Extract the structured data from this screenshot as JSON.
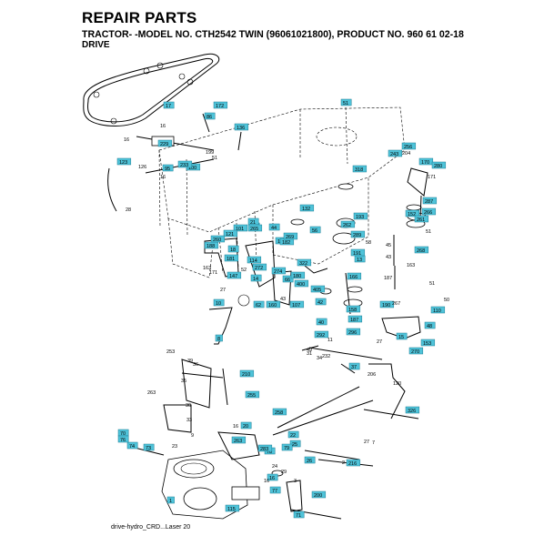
{
  "header": {
    "title": "REPAIR PARTS",
    "subtitle": "TRACTOR- -MODEL NO. CTH2542 TWIN (96061021800), PRODUCT NO. 960 61 02-18",
    "section": "DRIVE"
  },
  "footer": {
    "caption": "drive-hydro_CRD...Laser 20"
  },
  "colors": {
    "callout_fill": "#4fc3d9",
    "callout_stroke": "#1f7f95",
    "line": "#000000"
  },
  "callouts": [
    {
      "id": "c1",
      "text": "1"
    },
    {
      "id": "c8",
      "text": "8"
    },
    {
      "id": "c10",
      "text": "10"
    },
    {
      "id": "c12",
      "text": "12"
    },
    {
      "id": "c13",
      "text": "13"
    },
    {
      "id": "c14",
      "text": "14"
    },
    {
      "id": "c15",
      "text": "15"
    },
    {
      "id": "c16",
      "text": "16"
    },
    {
      "id": "c17",
      "text": "17"
    },
    {
      "id": "c18",
      "text": "18"
    },
    {
      "id": "c20",
      "text": "20"
    },
    {
      "id": "c21",
      "text": "21"
    },
    {
      "id": "c22",
      "text": "22"
    },
    {
      "id": "c25",
      "text": "25"
    },
    {
      "id": "c26",
      "text": "26"
    },
    {
      "id": "c37",
      "text": "37"
    },
    {
      "id": "c40",
      "text": "40"
    },
    {
      "id": "c42",
      "text": "42"
    },
    {
      "id": "c44",
      "text": "44"
    },
    {
      "id": "c48",
      "text": "48"
    },
    {
      "id": "c51",
      "text": "51"
    },
    {
      "id": "c56",
      "text": "56"
    },
    {
      "id": "c62",
      "text": "62"
    },
    {
      "id": "c66",
      "text": "66"
    },
    {
      "id": "c70",
      "text": "70"
    },
    {
      "id": "c71",
      "text": "71"
    },
    {
      "id": "c73",
      "text": "73"
    },
    {
      "id": "c74",
      "text": "74"
    },
    {
      "id": "c76",
      "text": "76"
    },
    {
      "id": "c77",
      "text": "77"
    },
    {
      "id": "c78",
      "text": "78"
    },
    {
      "id": "c79",
      "text": "79"
    },
    {
      "id": "c86",
      "text": "86"
    },
    {
      "id": "c95",
      "text": "95"
    },
    {
      "id": "c100",
      "text": "100"
    },
    {
      "id": "c101",
      "text": "101"
    },
    {
      "id": "c107",
      "text": "107"
    },
    {
      "id": "c110",
      "text": "110"
    },
    {
      "id": "c114",
      "text": "114"
    },
    {
      "id": "c115",
      "text": "115"
    },
    {
      "id": "c118",
      "text": "118"
    },
    {
      "id": "c121",
      "text": "121"
    },
    {
      "id": "c123",
      "text": "123"
    },
    {
      "id": "c132",
      "text": "132"
    },
    {
      "id": "c136",
      "text": "136"
    },
    {
      "id": "c147",
      "text": "147"
    },
    {
      "id": "c152",
      "text": "152"
    },
    {
      "id": "c153",
      "text": "153"
    },
    {
      "id": "c158",
      "text": "158"
    },
    {
      "id": "c160",
      "text": "160"
    },
    {
      "id": "c166",
      "text": "166"
    },
    {
      "id": "c170",
      "text": "170"
    },
    {
      "id": "c172",
      "text": "172"
    },
    {
      "id": "c180",
      "text": "180"
    },
    {
      "id": "c181",
      "text": "181"
    },
    {
      "id": "c182",
      "text": "182"
    },
    {
      "id": "c187",
      "text": "187"
    },
    {
      "id": "c188",
      "text": "188"
    },
    {
      "id": "c190",
      "text": "190"
    },
    {
      "id": "c191",
      "text": "191"
    },
    {
      "id": "c193",
      "text": "193"
    },
    {
      "id": "c200",
      "text": "200"
    },
    {
      "id": "c210",
      "text": "210"
    },
    {
      "id": "c216",
      "text": "216"
    },
    {
      "id": "c229",
      "text": "229"
    },
    {
      "id": "c233",
      "text": "233"
    },
    {
      "id": "c243",
      "text": "243"
    },
    {
      "id": "c255",
      "text": "255"
    },
    {
      "id": "c256",
      "text": "256"
    },
    {
      "id": "c258",
      "text": "258"
    },
    {
      "id": "c260",
      "text": "260"
    },
    {
      "id": "c261",
      "text": "261"
    },
    {
      "id": "c262",
      "text": "262"
    },
    {
      "id": "c263",
      "text": "263"
    },
    {
      "id": "c265",
      "text": "265"
    },
    {
      "id": "c266",
      "text": "266"
    },
    {
      "id": "c268",
      "text": "268"
    },
    {
      "id": "c269",
      "text": "269"
    },
    {
      "id": "c270",
      "text": "270"
    },
    {
      "id": "c272",
      "text": "272"
    },
    {
      "id": "c274",
      "text": "274"
    },
    {
      "id": "c280",
      "text": "280"
    },
    {
      "id": "c283",
      "text": "283"
    },
    {
      "id": "c287",
      "text": "287"
    },
    {
      "id": "c289",
      "text": "289"
    },
    {
      "id": "c292",
      "text": "292"
    },
    {
      "id": "c296",
      "text": "296"
    },
    {
      "id": "c318",
      "text": "318"
    },
    {
      "id": "c322",
      "text": "322"
    },
    {
      "id": "c326",
      "text": "326"
    },
    {
      "id": "c400",
      "text": "400"
    },
    {
      "id": "c405",
      "text": "405"
    }
  ],
  "plain_labels": [
    {
      "id": "p16a",
      "text": "16"
    },
    {
      "id": "p16b",
      "text": "16"
    },
    {
      "id": "p16c",
      "text": "16"
    },
    {
      "id": "p16d",
      "text": "16"
    },
    {
      "id": "p16e",
      "text": "16"
    },
    {
      "id": "p199",
      "text": "199"
    },
    {
      "id": "p51a",
      "text": "51"
    },
    {
      "id": "p51b",
      "text": "51"
    },
    {
      "id": "p51c",
      "text": "51"
    },
    {
      "id": "p126",
      "text": "126"
    },
    {
      "id": "p27a",
      "text": "27"
    },
    {
      "id": "p27b",
      "text": "27"
    },
    {
      "id": "p27c",
      "text": "27"
    },
    {
      "id": "p43a",
      "text": "43"
    },
    {
      "id": "p43b",
      "text": "43"
    },
    {
      "id": "p171a",
      "text": "171"
    },
    {
      "id": "p171b",
      "text": "171"
    },
    {
      "id": "p163a",
      "text": "163"
    },
    {
      "id": "p163b",
      "text": "163"
    },
    {
      "id": "p45",
      "text": "45"
    },
    {
      "id": "p49",
      "text": "49"
    },
    {
      "id": "p267",
      "text": "267"
    },
    {
      "id": "p50",
      "text": "50"
    },
    {
      "id": "p120",
      "text": "120"
    },
    {
      "id": "p253",
      "text": "253"
    },
    {
      "id": "p39",
      "text": "39"
    },
    {
      "id": "p36",
      "text": "36"
    },
    {
      "id": "p35",
      "text": "35"
    },
    {
      "id": "p30",
      "text": "30"
    },
    {
      "id": "p33",
      "text": "33"
    },
    {
      "id": "p9",
      "text": "9"
    },
    {
      "id": "p24",
      "text": "24"
    },
    {
      "id": "p232",
      "text": "232"
    },
    {
      "id": "p204",
      "text": "204"
    },
    {
      "id": "p3",
      "text": "3"
    },
    {
      "id": "p2",
      "text": "2"
    },
    {
      "id": "p7",
      "text": "7"
    },
    {
      "id": "p11",
      "text": "11"
    },
    {
      "id": "p58",
      "text": "58"
    },
    {
      "id": "p187b",
      "text": "187"
    },
    {
      "id": "p206",
      "text": "206"
    },
    {
      "id": "p263b",
      "text": "263"
    },
    {
      "id": "p28",
      "text": "28"
    },
    {
      "id": "p23",
      "text": "23"
    },
    {
      "id": "p29",
      "text": "29"
    },
    {
      "id": "p31",
      "text": "31"
    },
    {
      "id": "p34",
      "text": "34"
    },
    {
      "id": "p52",
      "text": "52"
    }
  ]
}
